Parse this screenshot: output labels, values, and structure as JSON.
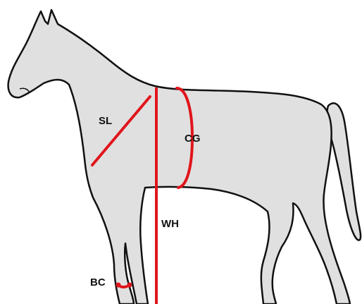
{
  "labels": {
    "sl": "SL",
    "cg": "CG",
    "wh": "WH",
    "bc": "BC"
  },
  "colors": {
    "body_fill": "#e0e0e0",
    "outline": "#111111",
    "measure": "#e0151b",
    "background": "#ffffff"
  }
}
